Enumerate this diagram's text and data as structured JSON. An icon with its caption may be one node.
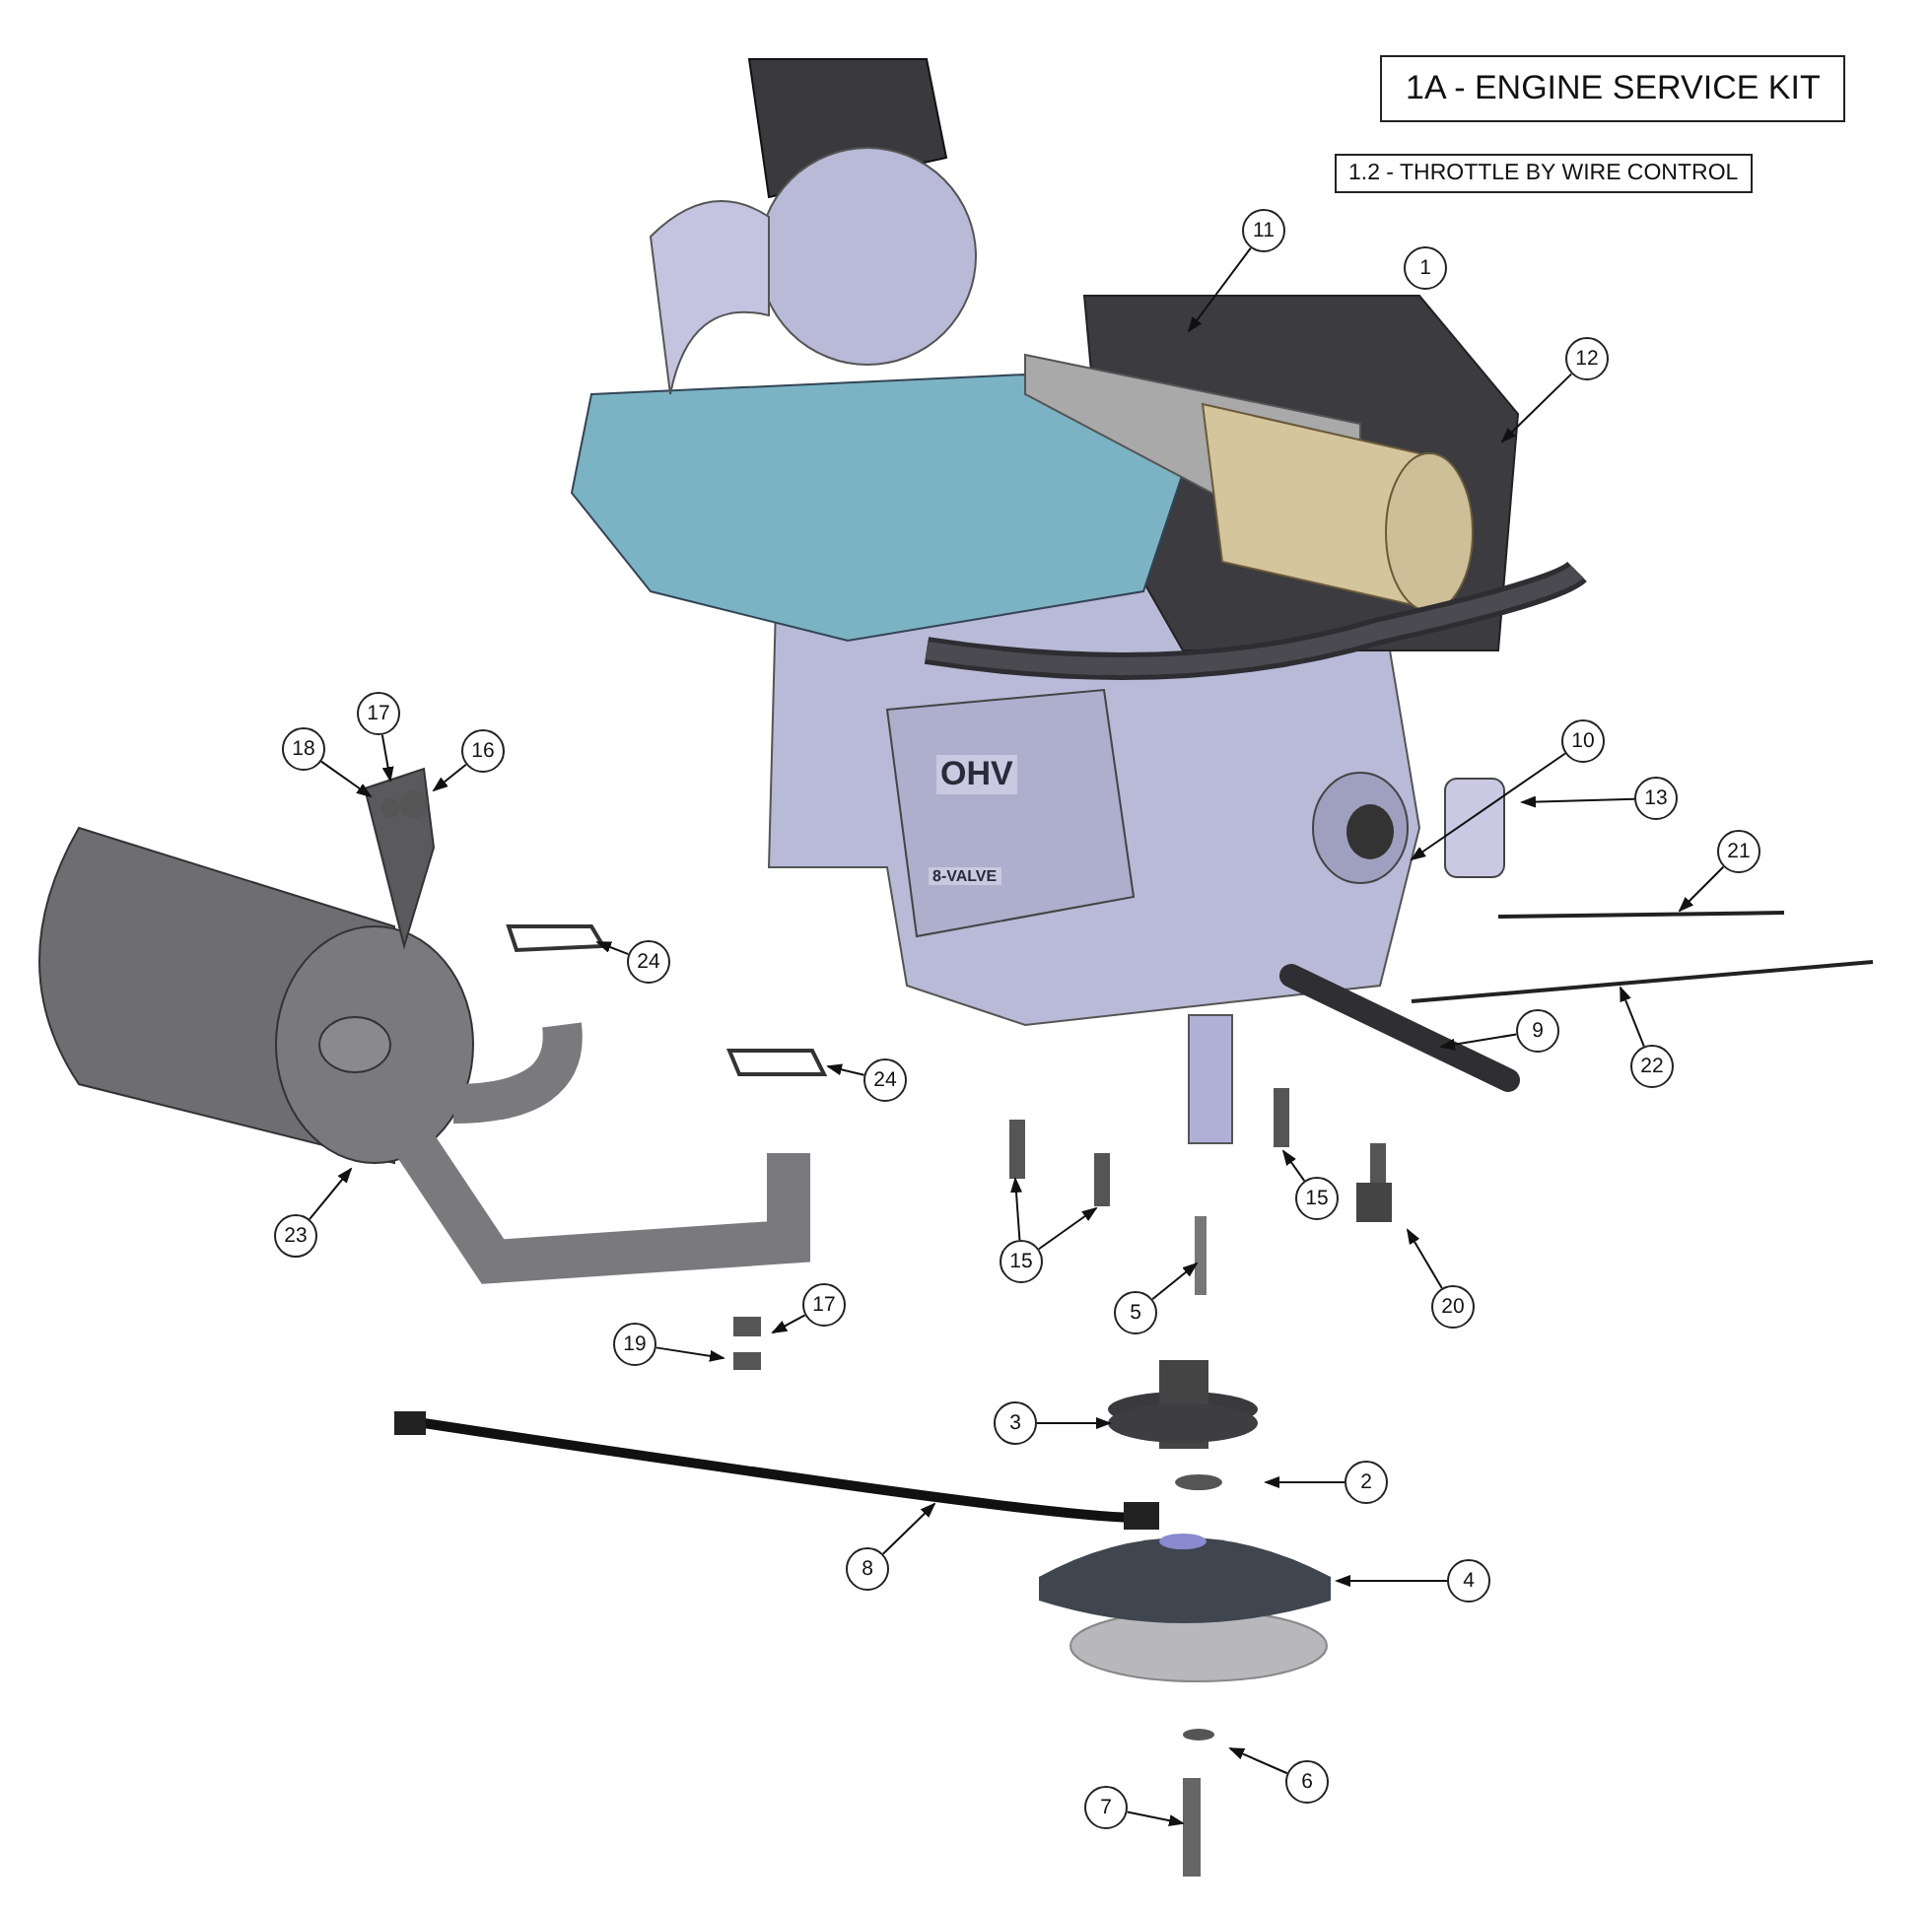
{
  "diagram": {
    "nodes": [
      {
        "text": [
          "1A - ENGINE SERVICE KIT"
        ]
      },
      {
        "text": [
          "1.2 - THROTTLE BY WIRE CONTROL"
        ]
      },
      {
        "text": [
          "11"
        ]
      },
      {
        "text": [
          "1"
        ]
      },
      {
        "text": [
          "12"
        ]
      },
      {
        "text": [
          "17"
        ]
      },
      {
        "text": [
          "10"
        ]
      },
      {
        "text": [
          "18"
        ]
      },
      {
        "text": [
          "16"
        ]
      },
      {
        "text": [
          "13"
        ]
      },
      {
        "text": [
          "21"
        ]
      },
      {
        "text": [
          "24"
        ]
      },
      {
        "text": [
          "9"
        ]
      },
      {
        "text": [
          "22"
        ]
      },
      {
        "text": [
          "24"
        ]
      },
      {
        "text": [
          "15"
        ]
      },
      {
        "text": [
          "23"
        ]
      },
      {
        "text": [
          "15"
        ]
      },
      {
        "text": [
          "17"
        ]
      },
      {
        "text": [
          "5"
        ]
      },
      {
        "text": [
          "20"
        ]
      },
      {
        "text": [
          "19"
        ]
      },
      {
        "text": [
          "3"
        ]
      },
      {
        "text": [
          "2"
        ]
      },
      {
        "text": [
          "8"
        ]
      },
      {
        "text": [
          "4"
        ]
      },
      {
        "text": [
          "6"
        ]
      },
      {
        "text": [
          "7"
        ]
      }
    ],
    "edges": [
      {
        "from": 2,
        "to": null,
        "arrow": "to"
      },
      {
        "from": 4,
        "to": null,
        "arrow": "to"
      },
      {
        "from": 5,
        "to": null,
        "arrow": "to"
      },
      {
        "from": 6,
        "to": null,
        "arrow": "to"
      },
      {
        "from": 7,
        "to": null,
        "arrow": "to"
      },
      {
        "from": 8,
        "to": null,
        "arrow": "to"
      },
      {
        "from": 9,
        "to": null,
        "arrow": "to"
      },
      {
        "from": 10,
        "to": null,
        "arrow": "to"
      },
      {
        "from": 11,
        "to": null,
        "arrow": "to"
      },
      {
        "from": 12,
        "to": null,
        "arrow": "to"
      },
      {
        "from": 13,
        "to": null,
        "arrow": "to"
      },
      {
        "from": 14,
        "to": null,
        "arrow": "to"
      },
      {
        "from": 15,
        "to": null,
        "arrow": "to"
      },
      {
        "from": 16,
        "to": null,
        "arrow": "to"
      },
      {
        "from": 17,
        "to": null,
        "arrow": "to"
      },
      {
        "from": 17,
        "to": null,
        "arrow": "to"
      },
      {
        "from": 18,
        "to": null,
        "arrow": "to"
      },
      {
        "from": 19,
        "to": null,
        "arrow": "to"
      },
      {
        "from": 20,
        "to": null,
        "arrow": "to"
      },
      {
        "from": 21,
        "to": null,
        "arrow": "to"
      },
      {
        "from": 22,
        "to": null,
        "arrow": "to"
      },
      {
        "from": 23,
        "to": null,
        "arrow": "to"
      },
      {
        "from": 24,
        "to": null,
        "arrow": "to"
      },
      {
        "from": 25,
        "to": null,
        "arrow": "to"
      },
      {
        "from": 26,
        "to": null,
        "arrow": "to"
      },
      {
        "from": 27,
        "to": null,
        "arrow": "to"
      }
    ],
    "labels": [
      "OHV",
      "8-VALVE"
    ]
  }
}
